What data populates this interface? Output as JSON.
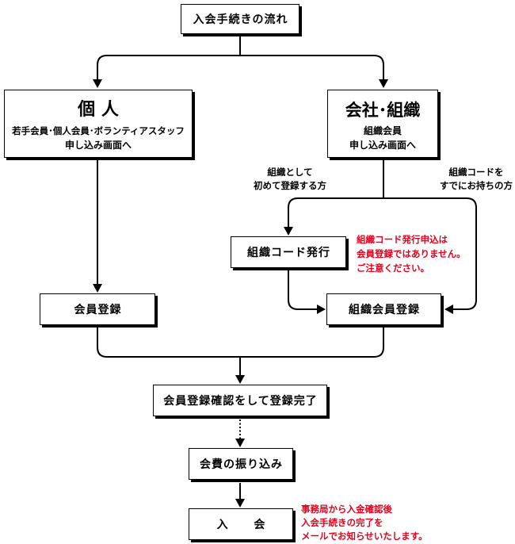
{
  "title": "入会手続きの流れ",
  "branches": {
    "individual": {
      "heading": "個 人",
      "line1": "若手会員･個人会員･ボランティアスタッフ",
      "line2": "申し込み画面へ"
    },
    "organization": {
      "heading": "会社･組織",
      "line1": "組織会員",
      "line2": "申し込み画面へ"
    }
  },
  "org_paths": {
    "first_time": {
      "line1": "組織として",
      "line2": "初めて登録する方"
    },
    "has_code": {
      "line1": "組織コードを",
      "line2": "すでにお持ちの方"
    }
  },
  "steps": {
    "org_code_issue": "組織コード発行",
    "member_registration": "会員登録",
    "org_member_registration": "組織会員登録",
    "confirm_complete": "会員登録確認をして登録完了",
    "fee_payment": "会費の振り込み",
    "admission": "入 会"
  },
  "notes": {
    "org_code_warning": [
      "組織コード発行申込は",
      "会員登録ではありません。",
      "ご注意ください。"
    ],
    "admission_notice": [
      "事務局から入金確認後",
      "入会手続きの完了を",
      "メールでお知らせいたします。"
    ]
  },
  "colors": {
    "line": "#000000",
    "note": "#e8001c",
    "box_bg": "#ffffff"
  }
}
